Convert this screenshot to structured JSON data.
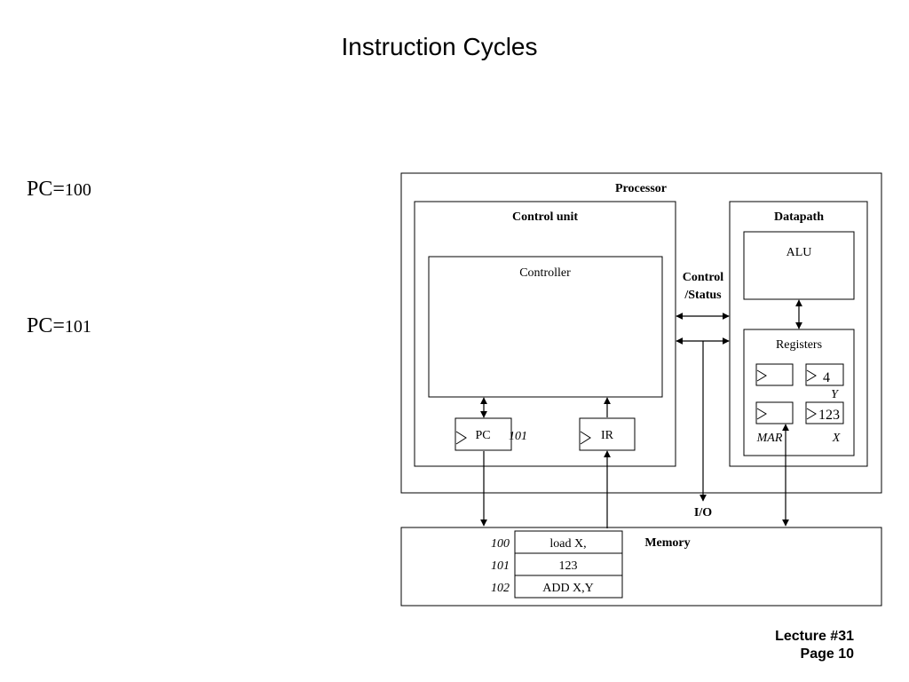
{
  "slide": {
    "title": "Instruction Cycles",
    "pc_states": [
      {
        "label": "PC=",
        "value": "100"
      },
      {
        "label": "PC=",
        "value": "101"
      }
    ],
    "footer": {
      "lecture": "Lecture #31",
      "page": "Page 10"
    }
  },
  "diagram": {
    "processor_label": "Processor",
    "control_unit_label": "Control unit",
    "controller_label": "Controller",
    "control_status_line1": "Control",
    "control_status_line2": "/Status",
    "datapath_label": "Datapath",
    "alu_label": "ALU",
    "registers_label": "Registers",
    "reg_y_value": "4",
    "reg_y_label": "Y",
    "reg_x_value": "123",
    "reg_x_label": "X",
    "mar_label": "MAR",
    "pc_label": "PC",
    "pc_value": "101",
    "ir_label": "IR",
    "io_label": "I/O",
    "memory_label": "Memory",
    "memory": [
      {
        "address": "100",
        "content": "load X,"
      },
      {
        "address": "101",
        "content": "123"
      },
      {
        "address": "102",
        "content": "ADD X,Y"
      }
    ]
  }
}
